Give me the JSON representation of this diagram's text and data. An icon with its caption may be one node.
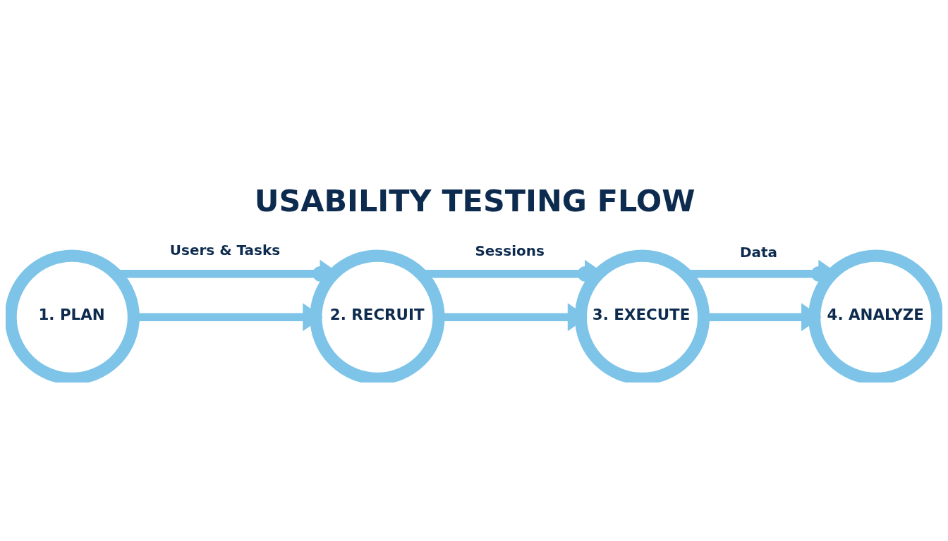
{
  "diagram": {
    "title": "USABILITY TESTING FLOW",
    "nodes": [
      {
        "text": [
          "1. PLAN"
        ]
      },
      {
        "text": [
          "2. RECRUIT"
        ]
      },
      {
        "text": [
          "3. EXECUTE"
        ]
      },
      {
        "text": [
          "4. ANALYZE"
        ]
      }
    ],
    "edges": [
      {
        "from": 0,
        "to": 1,
        "arrow": "to",
        "label": "Users & Tasks"
      },
      {
        "from": 0,
        "to": 1,
        "arrow": "to"
      },
      {
        "from": 1,
        "to": 2,
        "arrow": "to",
        "label": "Sessions"
      },
      {
        "from": 1,
        "to": 2,
        "arrow": "to"
      },
      {
        "from": 2,
        "to": 3,
        "arrow": "to",
        "label": "Data"
      },
      {
        "from": 2,
        "to": 3,
        "arrow": "to"
      }
    ]
  }
}
